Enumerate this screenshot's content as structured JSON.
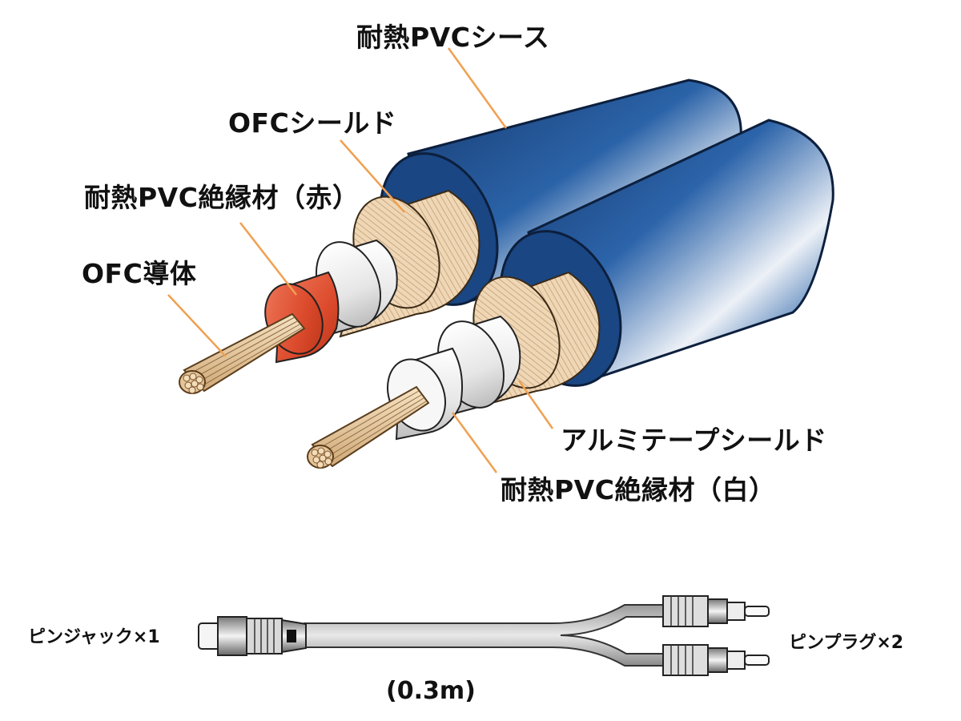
{
  "labels": {
    "sheath": "耐熱PVCシース",
    "ofc_shield": "OFCシールド",
    "insulation_red": "耐熱PVC絶縁材（赤）",
    "ofc_conductor": "OFC導体",
    "aluminum_shield": "アルミテープシールド",
    "insulation_white": "耐熱PVC絶縁材（白）"
  },
  "connector": {
    "jack_label": "ピンジャック×1",
    "plug_label": "ピンプラグ×2",
    "length": "(0.3m)"
  },
  "colors": {
    "sheath": "#1d4e8f",
    "shield_copper": "#e8c9a3",
    "insulation_red": "#e2563a",
    "insulation_white": "#f2f2f2",
    "leader_line": "#f0a050"
  }
}
